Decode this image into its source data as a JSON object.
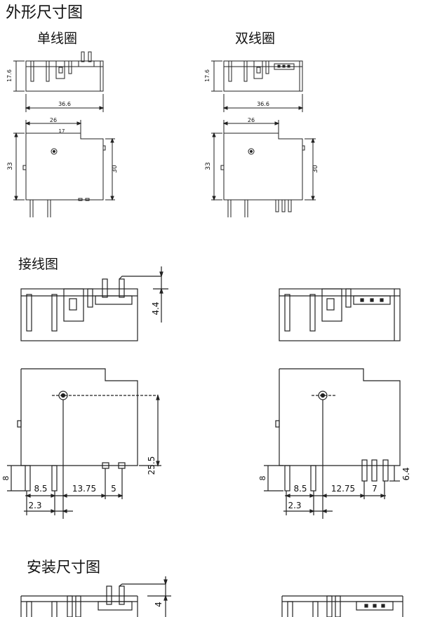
{
  "headings": {
    "title": "外形尺寸图",
    "single_coil": "单线圈",
    "double_coil": "双线圈",
    "wiring": "接线图",
    "mounting": "安装尺寸图"
  },
  "dims": {
    "height": "17.6",
    "length": "36.6",
    "top_width": "26",
    "top_mark": "17",
    "left_height": "33",
    "right_height": "30",
    "pin_height": "4.4",
    "center_height": "25.5",
    "pin_length": "8",
    "pitch_a": "8.5",
    "pitch_b_single": "13.75",
    "pitch_c_single": "5",
    "offset": "2.3",
    "pitch_b_double": "12.75",
    "pitch_c_double": "7",
    "pin_height_double": "6.4",
    "mount_side": "4"
  }
}
